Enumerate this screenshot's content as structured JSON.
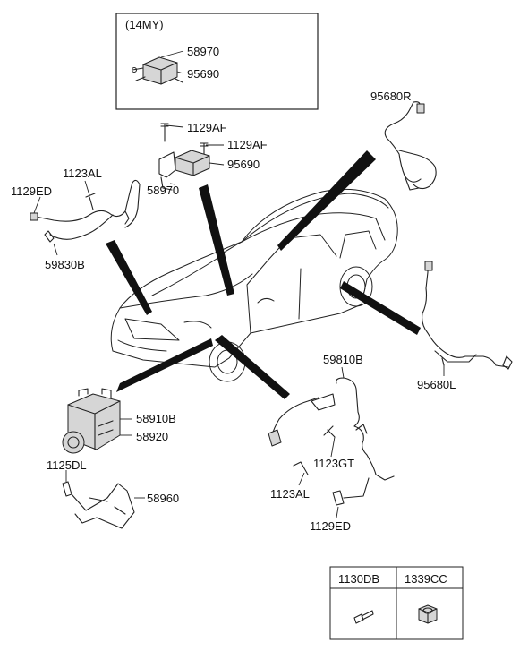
{
  "inset_box": {
    "title": "(14MY)",
    "labels": [
      "58970",
      "95690"
    ]
  },
  "callouts": {
    "p95680R": "95680R",
    "p1129AF_a": "1129AF",
    "p1129AF_b": "1129AF",
    "p95690": "95690",
    "p58970": "58970",
    "p1123AL_top": "1123AL",
    "p1129ED_top": "1129ED",
    "p59830B": "59830B",
    "p95680L": "95680L",
    "p59810B": "59810B",
    "p58910B": "58910B",
    "p58920": "58920",
    "p1125DL": "1125DL",
    "p58960": "58960",
    "p1123GT": "1123GT",
    "p1123AL_bot": "1123AL",
    "p1129ED_bot": "1129ED"
  },
  "legend_table": {
    "headers": [
      "1130DB",
      "1339CC"
    ]
  }
}
